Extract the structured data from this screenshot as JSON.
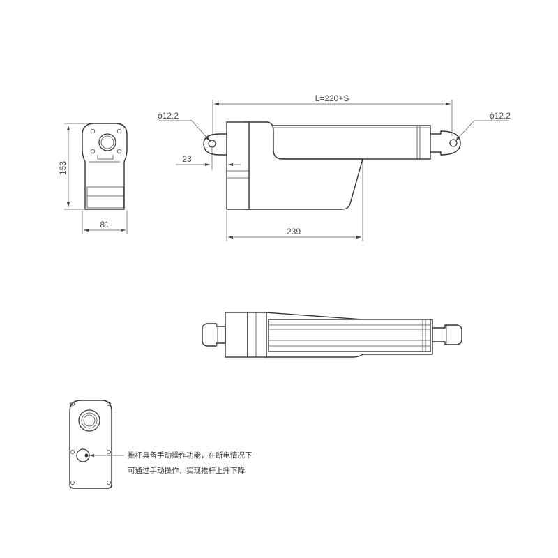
{
  "dimensions": {
    "length": "L=220+S",
    "diameter_left": "ϕ12.2",
    "diameter_right": "ϕ12.2",
    "offset": "23",
    "height": "153",
    "width": "81",
    "housing_length": "239"
  },
  "note": {
    "line1": "推杆具备手动操作功能，在断电情况下",
    "line2": "可通过手动操作，实现推杆上升下降"
  }
}
